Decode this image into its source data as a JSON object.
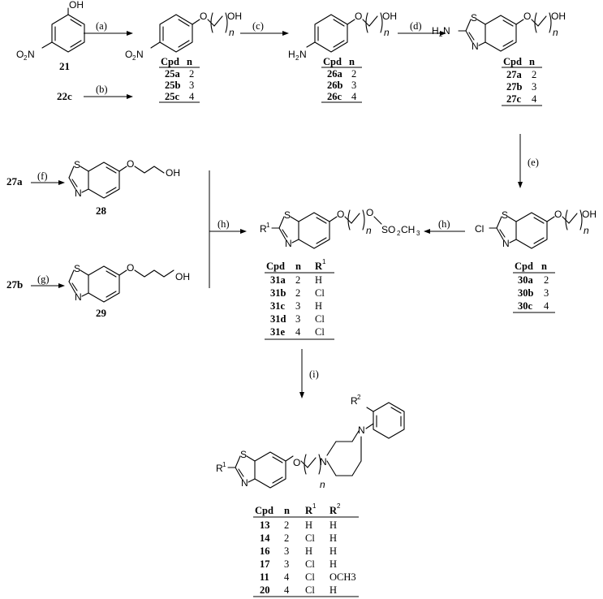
{
  "compounds": {
    "c21": "21",
    "c22c": "22c",
    "c27a": "27a",
    "c27b": "27b",
    "c28": "28",
    "c29": "29"
  },
  "atoms": {
    "OH": "OH",
    "O": "O",
    "O2N_O": "O",
    "O2N_N": "N",
    "two": "2",
    "H2N_H": "H",
    "N": "N",
    "S": "S",
    "Cl": "Cl",
    "n": "n",
    "R": "R",
    "one": "1",
    "SO2CH3_SO": "SO",
    "SO2CH3_CH": "CH",
    "three": "3"
  },
  "reagents": {
    "a": "(a)",
    "b": "(b)",
    "c": "(c)",
    "d": "(d)",
    "e": "(e)",
    "f": "(f)",
    "g": "(g)",
    "h1": "(h)",
    "h2": "(h)",
    "i": "(i)"
  },
  "tables": {
    "t25": {
      "headers": [
        "Cpd",
        "n"
      ],
      "rows": [
        [
          "25a",
          "2"
        ],
        [
          "25b",
          "3"
        ],
        [
          "25c",
          "4"
        ]
      ]
    },
    "t26": {
      "headers": [
        "Cpd",
        "n"
      ],
      "rows": [
        [
          "26a",
          "2"
        ],
        [
          "26b",
          "3"
        ],
        [
          "26c",
          "4"
        ]
      ]
    },
    "t27": {
      "headers": [
        "Cpd",
        "n"
      ],
      "rows": [
        [
          "27a",
          "2"
        ],
        [
          "27b",
          "3"
        ],
        [
          "27c",
          "4"
        ]
      ]
    },
    "t30": {
      "headers": [
        "Cpd",
        "n"
      ],
      "rows": [
        [
          "30a",
          "2"
        ],
        [
          "30b",
          "3"
        ],
        [
          "30c",
          "4"
        ]
      ]
    },
    "t31": {
      "headers": [
        "Cpd",
        "n",
        "R",
        "1"
      ],
      "rows": [
        [
          "31a",
          "2",
          "H"
        ],
        [
          "31b",
          "2",
          "Cl"
        ],
        [
          "31c",
          "3",
          "H"
        ],
        [
          "31d",
          "3",
          "Cl"
        ],
        [
          "31e",
          "4",
          "Cl"
        ]
      ]
    },
    "tfinal": {
      "headers": [
        "Cpd",
        "n",
        "R",
        "1",
        "R",
        "2"
      ],
      "rows": [
        [
          "13",
          "2",
          "H",
          "H"
        ],
        [
          "14",
          "2",
          "Cl",
          "H"
        ],
        [
          "16",
          "3",
          "H",
          "H"
        ],
        [
          "17",
          "3",
          "Cl",
          "H"
        ],
        [
          "11",
          "4",
          "Cl",
          "OCH3"
        ],
        [
          "20",
          "4",
          "Cl",
          "H"
        ]
      ]
    }
  }
}
